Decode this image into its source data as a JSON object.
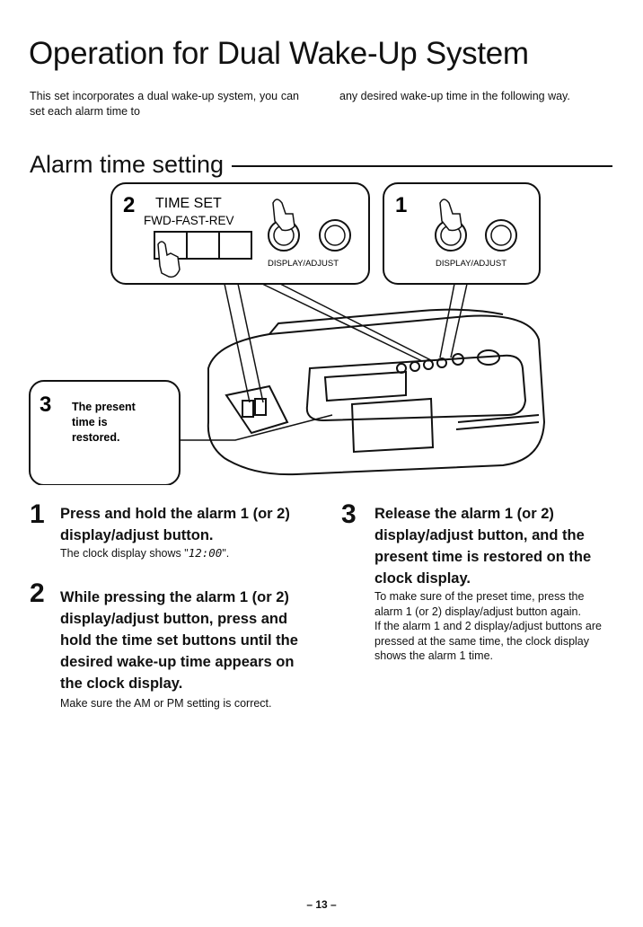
{
  "title": "Operation for Dual Wake-Up System",
  "intro": {
    "left": "This set incorporates a dual wake-up system, you can set each alarm time to",
    "right": "any desired wake-up time in the following way."
  },
  "section_title": "Alarm time setting",
  "figure": {
    "panel2": {
      "number": "2",
      "time_set_label": "TIME SET",
      "fwd_fast_rev_label": "FWD-FAST-REV",
      "display_adjust_label": "DISPLAY/ADJUST"
    },
    "panel1": {
      "number": "1",
      "display_adjust_label": "DISPLAY/ADJUST"
    },
    "panel3": {
      "number": "3",
      "line1": "The present",
      "line2": "time is",
      "line3": "restored."
    }
  },
  "steps": [
    {
      "number": "1",
      "heading": "Press and hold the alarm 1 (or 2) display/adjust button.",
      "body_prefix": "The clock display shows \"",
      "display_time": "12:00",
      "body_suffix": "\"."
    },
    {
      "number": "2",
      "heading": "While pressing the alarm 1 (or 2) display/adjust button, press and hold the time set buttons until the desired wake-up time appears on the clock display.",
      "body": "Make sure the AM or PM setting is correct."
    },
    {
      "number": "3",
      "heading": "Release the alarm 1 (or 2) display/adjust button, and the present time is restored on the clock display.",
      "body1": "To make sure of the preset time, press the alarm 1 (or 2) display/adjust button again.",
      "body2": "If the alarm 1 and 2 display/adjust buttons are pressed at the same time, the clock display shows the alarm 1 time."
    }
  ],
  "page_number": "– 13 –"
}
